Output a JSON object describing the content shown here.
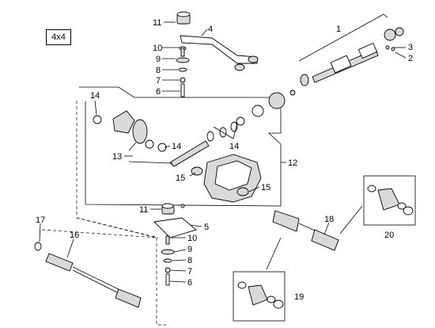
{
  "badge": "4x4",
  "callouts": {
    "c1": "1",
    "c2": "2",
    "c3": "3",
    "c4": "4",
    "c11a": "11",
    "c10a": "10",
    "c9a": "9",
    "c8a": "8",
    "c7a": "7",
    "c6a": "6",
    "c14a": "14",
    "c14b": "14",
    "c14c": "14",
    "c13": "13",
    "c12": "12",
    "c15a": "15",
    "c15b": "15",
    "c11b": "11",
    "c5": "5",
    "c10b": "10",
    "c9b": "9",
    "c8b": "8",
    "c7b": "7",
    "c6b": "6",
    "c17": "17",
    "c16": "16",
    "c18": "18",
    "c19": "19",
    "c20": "20"
  }
}
